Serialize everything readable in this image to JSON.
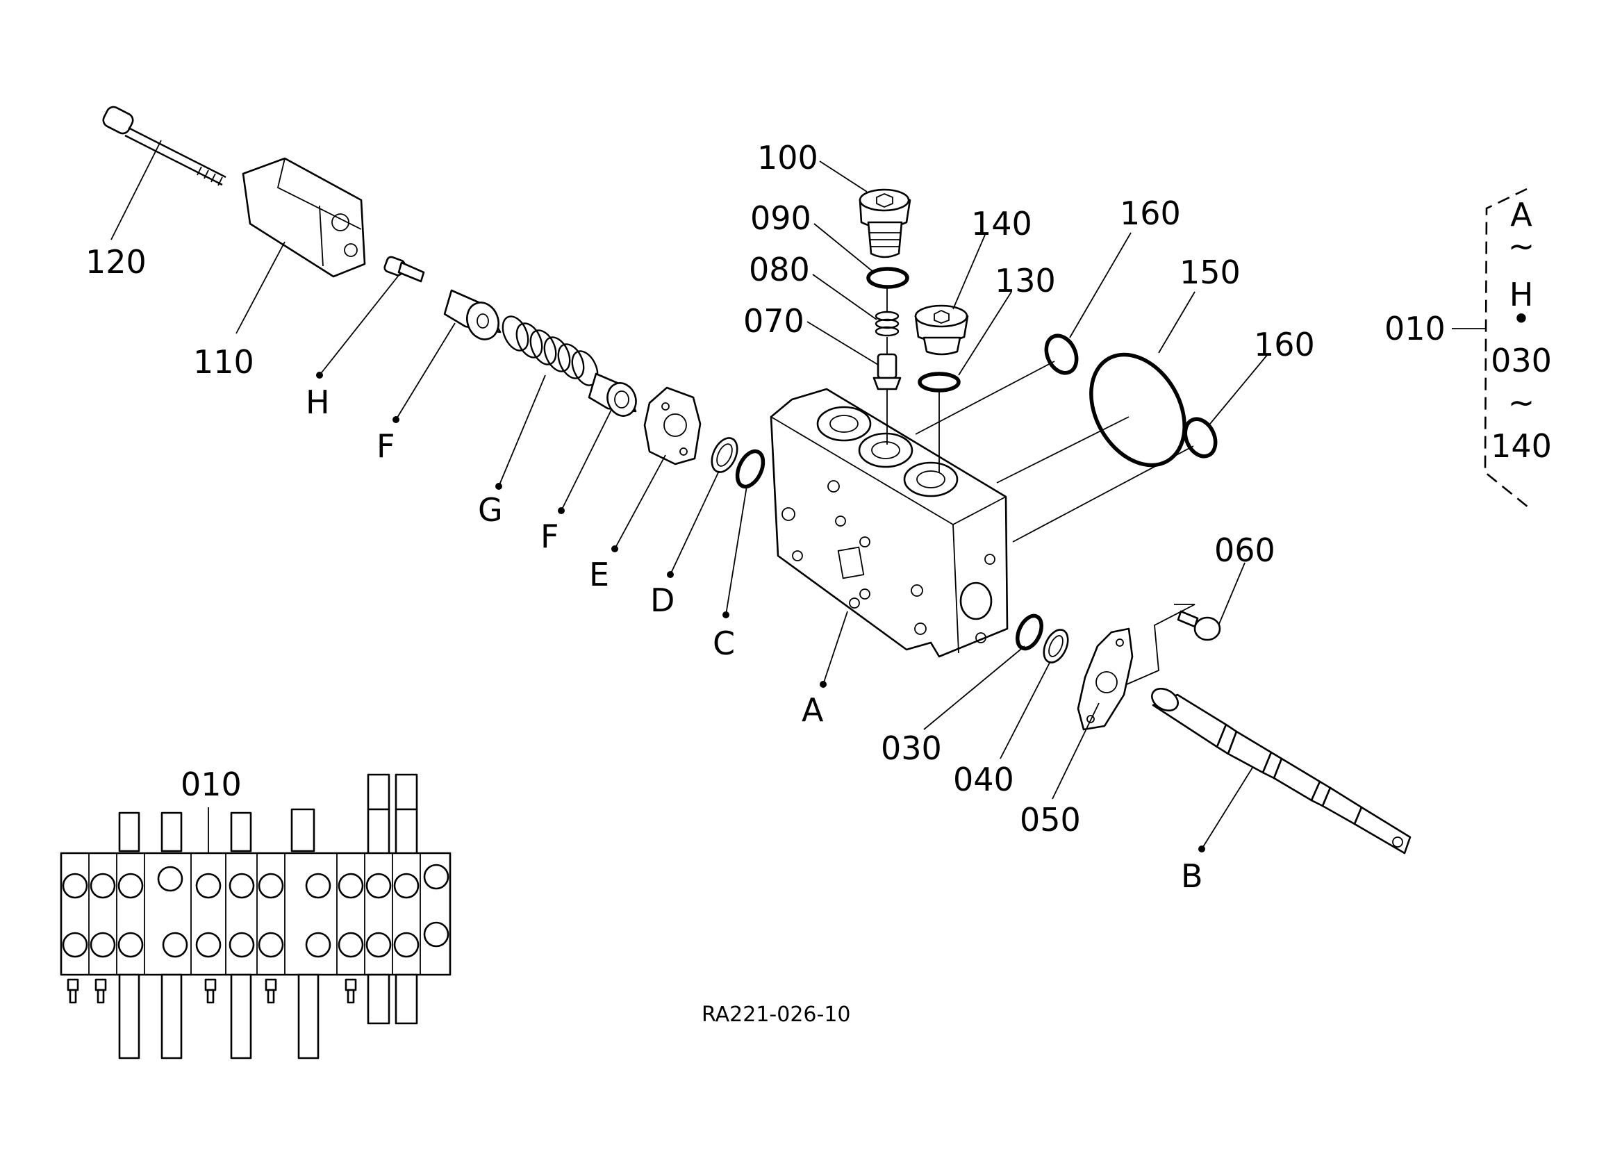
{
  "drawing_code": "RA221-026-10",
  "callouts": {
    "p100": "100",
    "p090": "090",
    "p080": "080",
    "p070": "070",
    "p140": "140",
    "p130": "130",
    "p160a": "160",
    "p150": "150",
    "p160b": "160",
    "p120": "120",
    "p110": "110",
    "p060": "060",
    "p030": "030",
    "p040": "040",
    "p050": "050",
    "p010_legend": "010",
    "p010_assembly": "010"
  },
  "letters": {
    "H": "H",
    "F1": "F",
    "G": "G",
    "F2": "F",
    "E": "E",
    "D": "D",
    "C": "C",
    "A": "A",
    "B": "B"
  },
  "legend": {
    "from": "A",
    "sep1": "~",
    "to": "H",
    "dot": "•",
    "from2": "030",
    "sep2": "~",
    "to2": "140"
  }
}
